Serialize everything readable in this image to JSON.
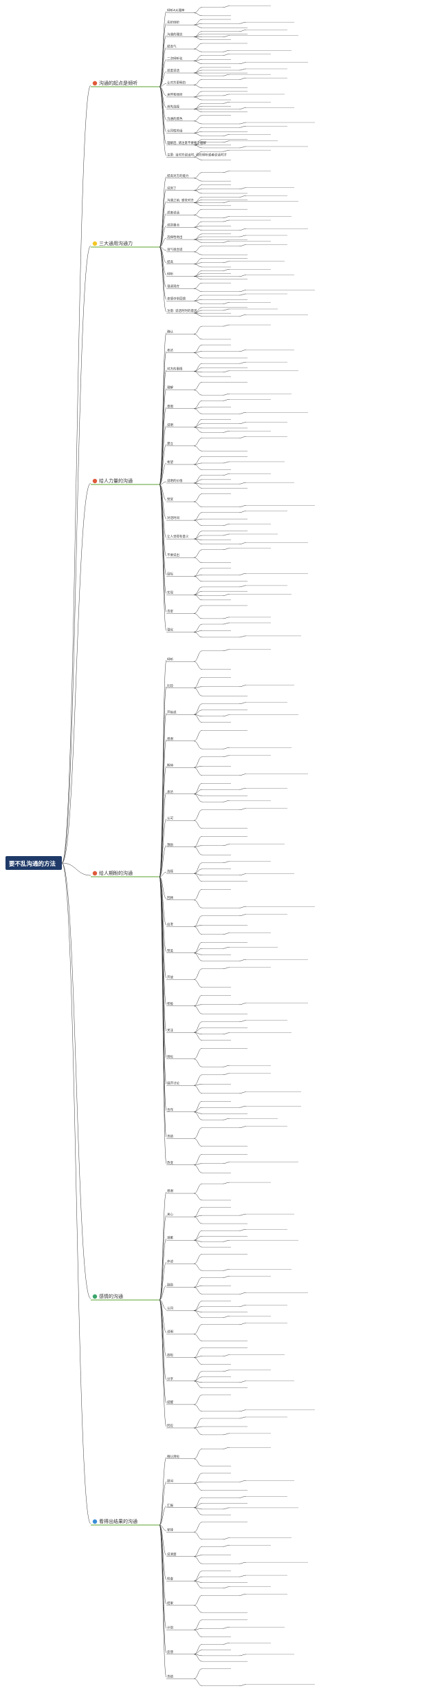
{
  "root": {
    "label": "要不乱沟通的方法"
  },
  "colors": {
    "root_bg": "#1f3a68",
    "connector": "#333333",
    "branch_fill": "#ffffff",
    "branch_stroke": "#5aa02c",
    "icon_yellow": "#f3c623",
    "icon_red": "#e05a3a",
    "icon_blue": "#3b8ed6",
    "icon_green": "#3aa56a"
  },
  "branches": [
    {
      "label": "沟通的起点是倾听",
      "icon": "flower-icon"
    },
    {
      "label": "三大通用沟通力",
      "icon": "star-icon"
    },
    {
      "label": "给人力量的沟通",
      "icon": "gear-icon"
    },
    {
      "label": "给人期盼的沟通",
      "icon": "gear-icon"
    },
    {
      "label": "感情的沟通",
      "icon": "check-icon"
    },
    {
      "label": "看得出结果的沟通",
      "icon": "info-icon"
    }
  ],
  "nodes": {
    "b1": [
      "倾听4大理神",
      "先听倾听",
      "沟通的理念",
      "提高气",
      "二次倾听化",
      "适度说话",
      "让对方更明白",
      "关怀和倾听",
      "首先选择",
      "沟通的底色",
      "认同性的话",
      "理解后, 请注意不要要了理解",
      "注意: 当对方说出时, 请在倾听或者说话时才"
    ],
    "b2": [
      "提高对方的能力",
      "说到了",
      "沟通之前, 感觉对方",
      "适度说话",
      "说到重点",
      "选择性地出",
      "语气很合适",
      "提高",
      "倾听",
      "强调现在",
      "表情中带回馈",
      "注意: 说话时时的意思"
    ],
    "b3": [
      "确认",
      "表达",
      "对方的事情",
      "理解",
      "意图",
      "说明",
      "建立",
      "希望",
      "说明的价值",
      "赞赏",
      "对话时间",
      "让人觉得有意义",
      "不要说出",
      "目标",
      "实现",
      "肯定",
      "强化"
    ],
    "b4": [
      "倾听",
      "比较",
      "开始说",
      "感谢",
      "期待",
      "表达",
      "认可",
      "激励",
      "选择",
      "回顾",
      "启发",
      "赞美",
      "开放",
      "积极",
      "关注",
      "目标",
      "展开讨论",
      "合作",
      "总结",
      "改变"
    ],
    "b5": [
      "感谢",
      "关心",
      "道歉",
      "体谅",
      "鼓励",
      "认同",
      "说明",
      "放松",
      "分享",
      "提醒",
      "回应"
    ],
    "b6": [
      "确认目标",
      "提问",
      "汇报",
      "安排",
      "说清楚",
      "检查",
      "结果",
      "计划",
      "反馈",
      "总结"
    ]
  }
}
